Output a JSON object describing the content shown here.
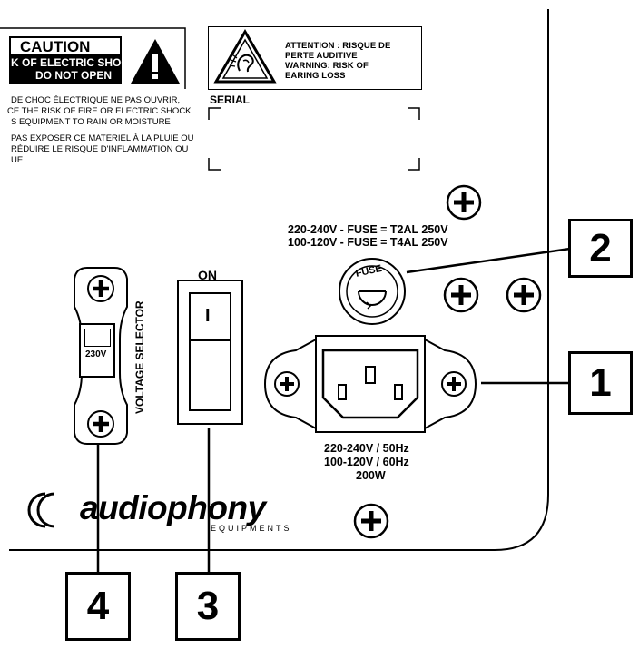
{
  "caution_label": {
    "title": "CAUTION",
    "line1": "K OF ELECTRIC SHOCK",
    "line2": "DO NOT OPEN",
    "text_lines": [
      "DE CHOC ÉLECTRIQUE NE  PAS OUVRIR,",
      "CE  THE  RISK OF FIRE OR ELECTRIC SHOCK",
      "S EQUIPMENT TO RAIN OR MOISTURE",
      "PAS EXPOSER CE MATERIEL À LA PLUIE OU",
      "RÉDUIRE LE RISQUE D'INFLAMMATION OU",
      "UE"
    ]
  },
  "hearing_label": {
    "lines": [
      "ATTENTION : RISQUE DE",
      "PERTE AUDITIVE",
      "WARNING: RISK OF",
      "EARING LOSS"
    ]
  },
  "serial_label": "SERIAL",
  "fuse": {
    "line1": "220-240V - FUSE = T2AL 250V",
    "line2": "100-120V - FUSE = T4AL 250V",
    "cap_label": "FUSE"
  },
  "power_switch": {
    "label": "ON",
    "symbol": "I"
  },
  "voltage_selector": {
    "label": "VOLTAGE SELECTOR",
    "setting": "230V"
  },
  "power_inlet": {
    "line1": "220-240V / 50Hz",
    "line2": "100-120V / 60Hz",
    "line3": "200W"
  },
  "brand": {
    "name": "audiophony",
    "sub": "EQUIPMENTS"
  },
  "callouts": [
    "1",
    "2",
    "3",
    "4"
  ],
  "icons": [
    "screw-icon",
    "warning-triangle-icon",
    "hearing-hazard-icon",
    "fuse-icon",
    "iec-inlet-icon",
    "brand-logo-icon"
  ]
}
